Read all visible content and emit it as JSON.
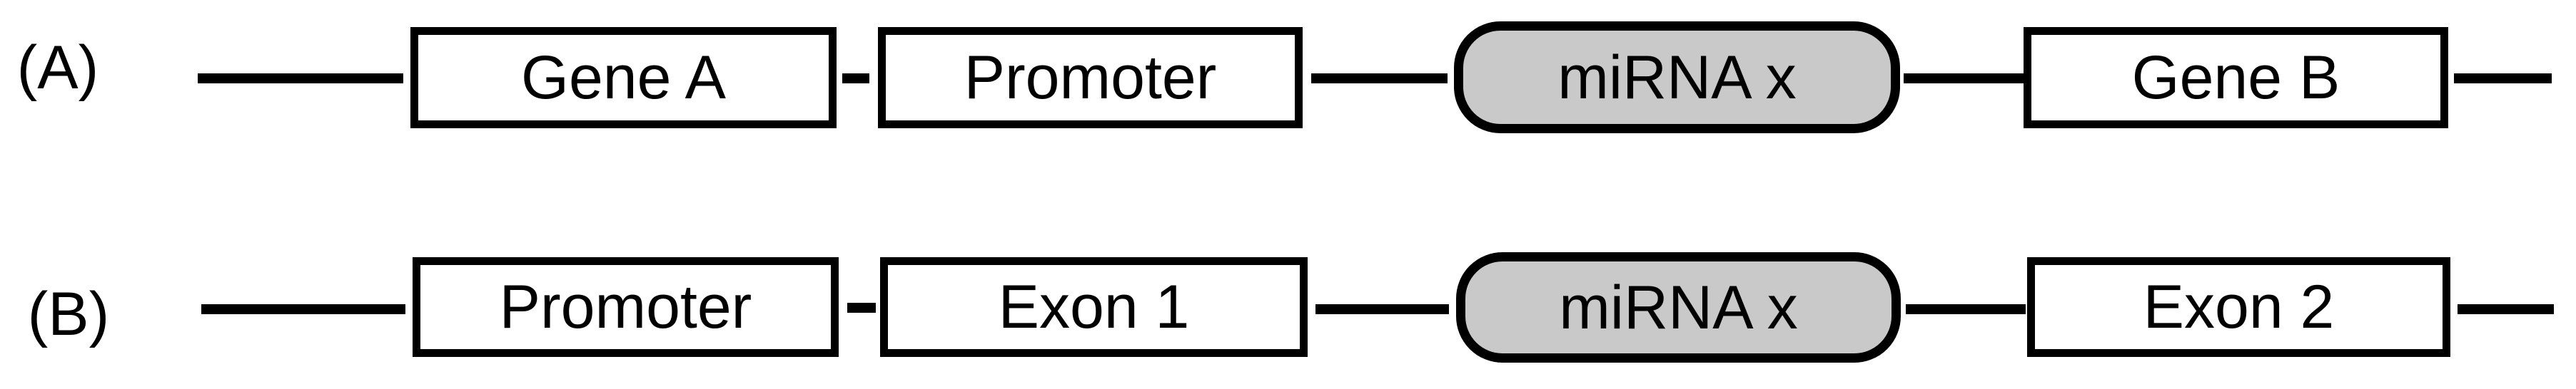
{
  "colors": {
    "background": "#ffffff",
    "line": "#000000",
    "box_border": "#000000",
    "box_fill": "#ffffff",
    "mirna_fill": "#c9c9c9",
    "text": "#000000"
  },
  "rows": [
    {
      "label": "(A)",
      "boxes": [
        {
          "label": "Gene A",
          "shape": "rect"
        },
        {
          "label": "Promoter",
          "shape": "rect"
        },
        {
          "label": "miRNA x",
          "shape": "rounded"
        },
        {
          "label": "Gene B",
          "shape": "rect"
        }
      ]
    },
    {
      "label": "(B)",
      "boxes": [
        {
          "label": "Promoter",
          "shape": "rect"
        },
        {
          "label": "Exon 1",
          "shape": "rect"
        },
        {
          "label": "miRNA x",
          "shape": "rounded"
        },
        {
          "label": "Exon 2",
          "shape": "rect"
        }
      ]
    }
  ]
}
